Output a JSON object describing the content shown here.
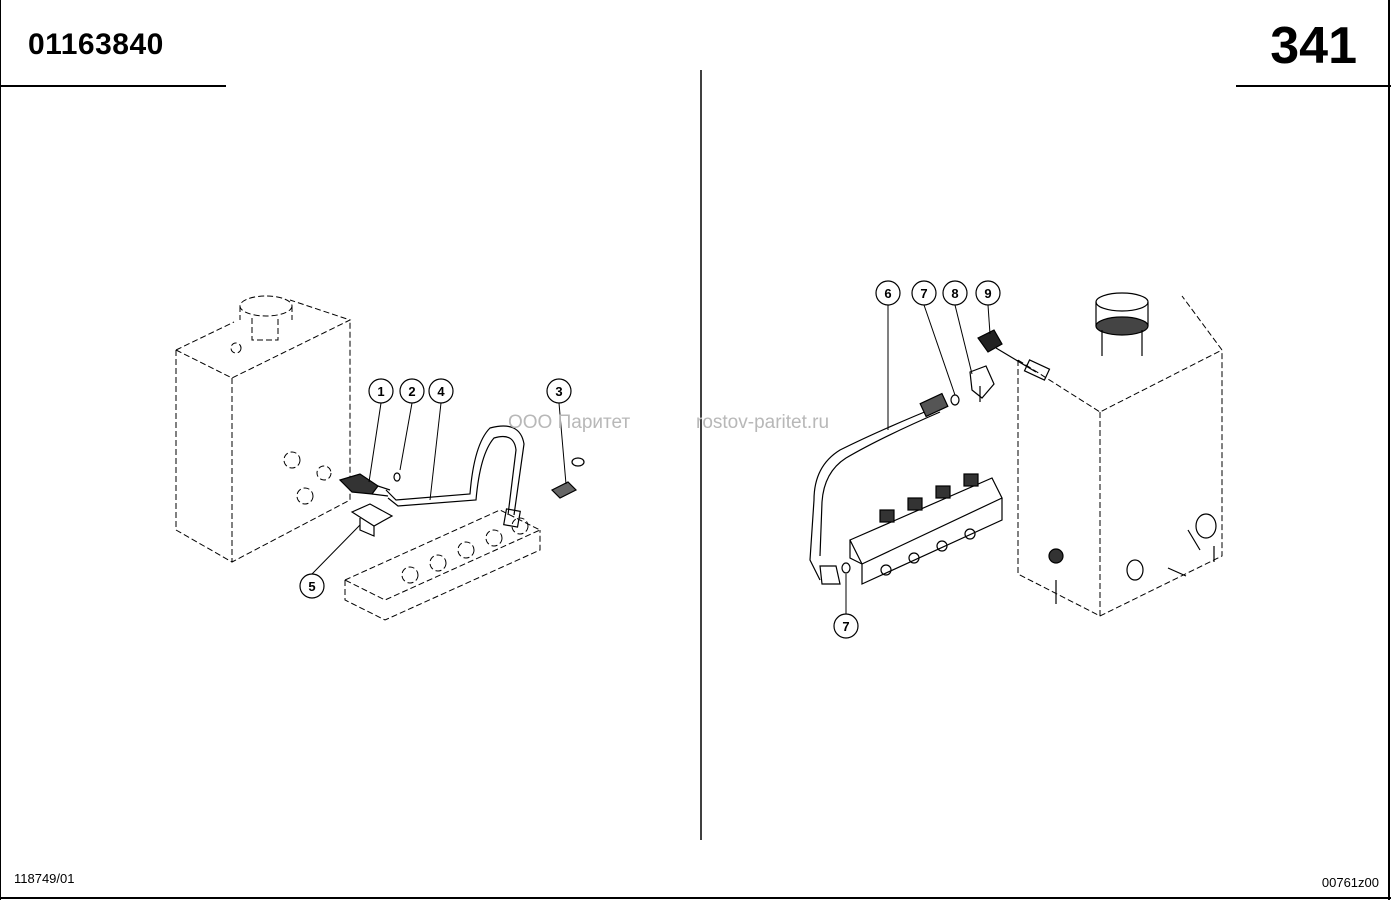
{
  "header": {
    "part_number": "01163840",
    "page_number": "341"
  },
  "footer": {
    "left_reference": "118749/01",
    "right_reference": "00761z00"
  },
  "watermark": {
    "company": "ООО Паритет",
    "website": "rostov-paritet.ru"
  },
  "callouts": {
    "left": [
      "1",
      "2",
      "4",
      "3",
      "5"
    ],
    "right": [
      "6",
      "7",
      "8",
      "9",
      "7"
    ]
  }
}
